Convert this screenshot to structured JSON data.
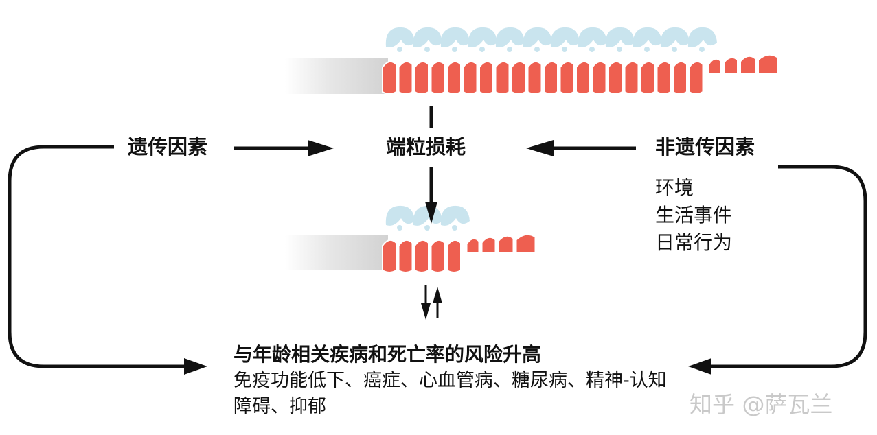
{
  "labels": {
    "genetic": "遗传因素",
    "attrition": "端粒损耗",
    "nongenetic": "非遗传因素"
  },
  "nongenetic_items": [
    "环境",
    "生活事件",
    "日常行为"
  ],
  "outcome": {
    "title": "与年龄相关疾病和死亡率的风险升高",
    "details": "免疫功能低下、癌症、心血管病、糖尿病、精神-认知障碍、抑郁"
  },
  "watermark": "知乎 @萨瓦兰",
  "telomere": {
    "long_repeats": 20,
    "short_repeats": 5
  },
  "colors": {
    "telomere_repeat": "#ee5f50",
    "telomere_cap": "#c9e4ee",
    "chromosome_body": "#d4d4d4",
    "arrow": "#111111"
  }
}
